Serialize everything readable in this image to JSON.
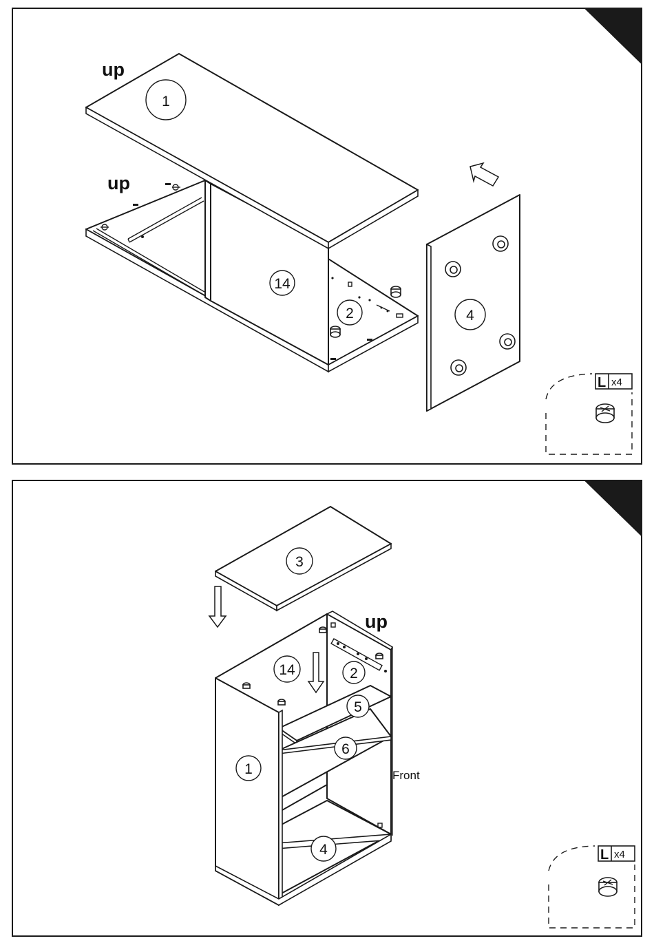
{
  "step1": {
    "up_label_top": "up",
    "up_label_bottom": "up",
    "parts": {
      "top_panel": "1",
      "middle_panel": "14",
      "bottom_panel": "2",
      "side_panel": "4"
    },
    "hardware": {
      "code": "L",
      "quantity": "x4",
      "icon": "cam-lock-fitting-icon"
    }
  },
  "step2": {
    "up_label": "up",
    "front_label": "Front",
    "parts": {
      "top": "3",
      "back_divider": "14",
      "right_panel": "2",
      "shelf_upper": "5",
      "shelf_middle": "6",
      "left_panel": "1",
      "bottom_panel": "4"
    },
    "hardware": {
      "code": "L",
      "quantity": "x4",
      "icon": "cam-lock-fitting-icon"
    }
  },
  "colors": {
    "line": "#1a1a1a",
    "corner_tab": "#1a1a1a",
    "background": "#ffffff"
  }
}
